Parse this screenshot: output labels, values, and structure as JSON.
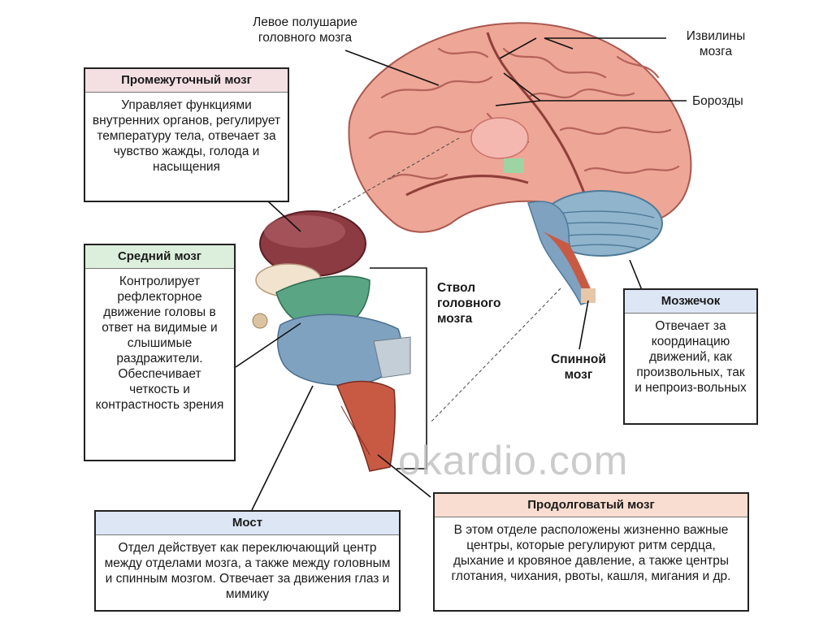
{
  "labels": {
    "left_hemisphere": "Левое полушарие\nголовного мозга",
    "gyri": "Извилины\nмозга",
    "sulci": "Борозды",
    "brainstem": "Ствол\nголовного\nмозга",
    "spinal_cord": "Спинной\nмозг"
  },
  "boxes": {
    "diencephalon": {
      "title": "Промежуточный мозг",
      "text": "Управляет функциями внутренних органов, регулирует температуру тела, отвечает за чувство жажды, голода и насыщения"
    },
    "midbrain": {
      "title": "Средний мозг",
      "text": "Контролирует рефлекторное движение головы в ответ на видимые и слышимые раздражители. Обеспечивает четкость и контрастность зрения"
    },
    "cerebellum": {
      "title": "Мозжечок",
      "text": "Отвечает за координацию движений, как произвольных, так и непроиз-вольных"
    },
    "pons": {
      "title": "Мост",
      "text": "Отдел действует как переключающий центр между отделами мозга, а также между головным и спинным мозгом. Отвечает за движения глаз и мимику"
    },
    "medulla": {
      "title": "Продолговатый мозг",
      "text": "В этом отделе расположены жизненно важные центры, которые регулируют ритм сердца, дыхание и кровяное давление, а также центры глотания, чихания, рвоты, кашля, мигания и др."
    }
  },
  "watermark": "okardio.com",
  "colors": {
    "cortex": "#eea696",
    "cortex_dark": "#c9706a",
    "cerebellum": "#8fb4cc",
    "diencephalon": "#8c3b43",
    "midbrain": "#5aa584",
    "pons": "#7fa2c0",
    "medulla": "#c85a44"
  }
}
